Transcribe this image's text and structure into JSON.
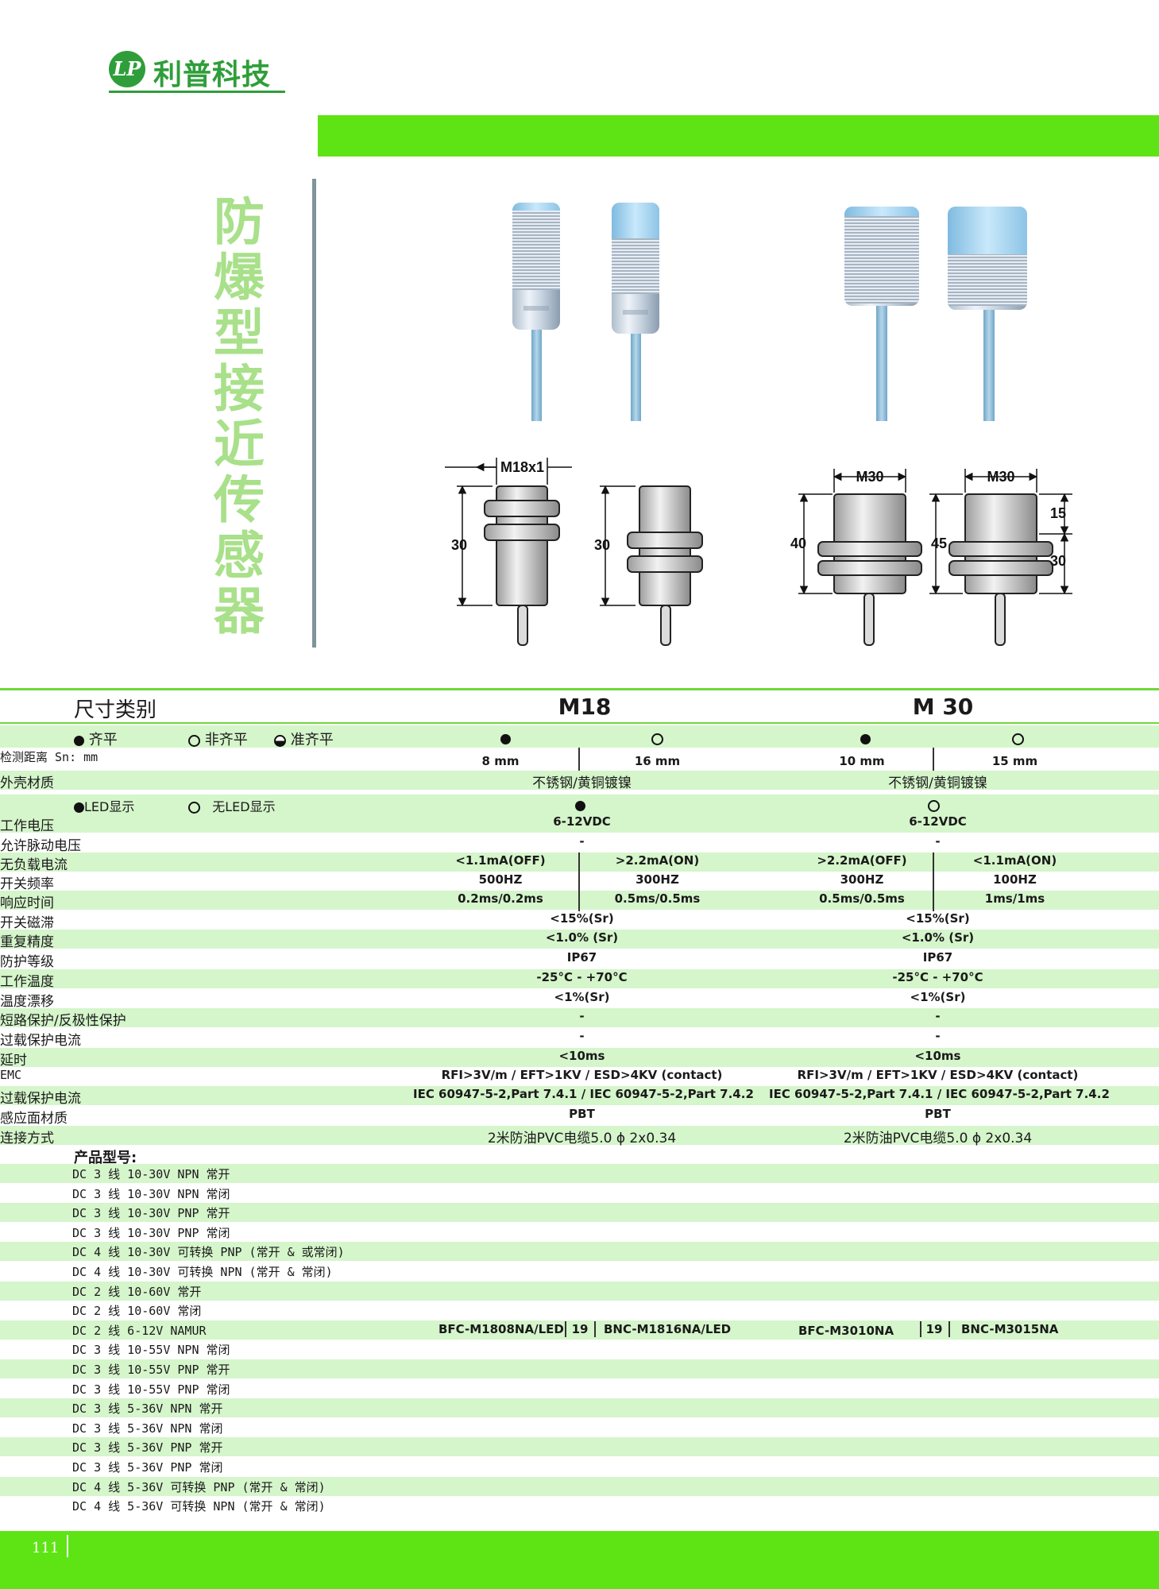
{
  "brand": {
    "logo_mark": "LP",
    "name": "利普科技"
  },
  "page_title": "防爆型接近传感器",
  "drawings": {
    "m18_dim": "M18x1",
    "m18_len_a": "30",
    "m18_len_b": "30",
    "m30_dim_a": "M30",
    "m30_dim_b": "M30",
    "m30_len_a": "40",
    "m30_len_b": "45",
    "m30_len_c": "15",
    "m30_len_d": "30"
  },
  "table": {
    "header": {
      "label": "尺寸类别",
      "col_m18": "M18",
      "col_m30": "M 30"
    },
    "mount": {
      "flush": "齐平",
      "nonflush": "非齐平",
      "semi": "准齐平"
    },
    "led": {
      "on": "LED显示",
      "off": "无LED显示"
    },
    "rows": [
      {
        "label": "检测距离  Sn: mm",
        "m18a": "8 mm",
        "m18b": "16 mm",
        "m30a": "10 mm",
        "m30b": "15 mm"
      },
      {
        "label": "外壳材质",
        "m18": "不锈钢/黄铜镀镍",
        "m30": "不锈钢/黄铜镀镍"
      },
      {
        "label": "工作电压",
        "m18": "6-12VDC",
        "m30": "6-12VDC"
      },
      {
        "label": "允许脉动电压",
        "m18": "-",
        "m30": "-"
      },
      {
        "label": "无负载电流",
        "m18a": "<1.1mA(OFF)",
        "m18b": ">2.2mA(ON)",
        "m30a": ">2.2mA(OFF)",
        "m30b": "<1.1mA(ON)"
      },
      {
        "label": "开关频率",
        "m18a": "500HZ",
        "m18b": "300HZ",
        "m30a": "300HZ",
        "m30b": "100HZ"
      },
      {
        "label": "响应时间",
        "m18a": "0.2ms/0.2ms",
        "m18b": "0.5ms/0.5ms",
        "m30a": "0.5ms/0.5ms",
        "m30b": "1ms/1ms"
      },
      {
        "label": "开关磁滞",
        "m18": "<15%(Sr)",
        "m30": "<15%(Sr)"
      },
      {
        "label": "重复精度",
        "m18": "<1.0% (Sr)",
        "m30": "<1.0% (Sr)"
      },
      {
        "label": "防护等级",
        "m18": "IP67",
        "m30": "IP67"
      },
      {
        "label": "工作温度",
        "m18": "-25°C - +70°C",
        "m30": "-25°C - +70°C"
      },
      {
        "label": "温度漂移",
        "m18": "<1%(Sr)",
        "m30": "<1%(Sr)"
      },
      {
        "label": "短路保护/反极性保护",
        "m18": "-",
        "m30": "-"
      },
      {
        "label": "过载保护电流",
        "m18": "-",
        "m30": "-"
      },
      {
        "label": "延时",
        "m18": "<10ms",
        "m30": "<10ms"
      },
      {
        "label": "EMC",
        "m18": "RFI>3V/m  /  EFT>1KV  /  ESD>4KV (contact)",
        "m30": "RFI>3V/m  /  EFT>1KV  /  ESD>4KV (contact)"
      },
      {
        "label": "过载保护电流",
        "m18": "IEC 60947-5-2,Part 7.4.1 / IEC 60947-5-2,Part 7.4.2",
        "m30": "IEC 60947-5-2,Part 7.4.1 / IEC 60947-5-2,Part 7.4.2"
      },
      {
        "label": "感应面材质",
        "m18": "PBT",
        "m30": "PBT"
      },
      {
        "label": "连接方式",
        "m18": "2米防油PVC电缆5.0 ϕ  2x0.34",
        "m30": "2米防油PVC电缆5.0 ϕ  2x0.34"
      }
    ],
    "models_heading": "产品型号:",
    "model_rows": [
      "DC 3 线 10-30V NPN 常开",
      "DC 3 线 10-30V NPN 常闭",
      "DC 3 线 10-30V PNP 常开",
      "DC 3 线 10-30V PNP 常闭",
      "DC 4 线 10-30V 可转换 PNP (常开 & 或常闭)",
      "DC 4 线 10-30V 可转换 NPN (常开 & 常闭)",
      "DC 2 线 10-60V 常开",
      "DC 2 线 10-60V 常闭",
      "DC 2 线 6-12V NAMUR",
      "DC 3 线 10-55V NPN 常闭",
      "DC 3 线 10-55V PNP 常开",
      "DC 3 线 10-55V PNP 常闭",
      "DC 3 线 5-36V  NPN 常开",
      "DC 3 线 5-36V  NPN 常闭",
      "DC 3 线 5-36V  PNP 常开",
      "DC 3 线 5-36V  PNP 常闭",
      "DC 4 线 5-36V 可转换 PNP (常开 & 常闭)",
      "DC 4 线 5-36V 可转换 NPN (常开 & 常闭)"
    ],
    "namur_models": {
      "m18a": "BFC-M1808NA/LED",
      "m18_mid": "19",
      "m18b": "BNC-M1816NA/LED",
      "m30a": "BFC-M3010NA",
      "m30_mid": "19",
      "m30b": "BNC-M3015NA"
    }
  },
  "page_number": "111",
  "colors": {
    "accent_green": "#5ee414",
    "logo_green": "#2f9e3a",
    "row_shade": "#d5f5cb",
    "title_green": "#a9e08a"
  }
}
